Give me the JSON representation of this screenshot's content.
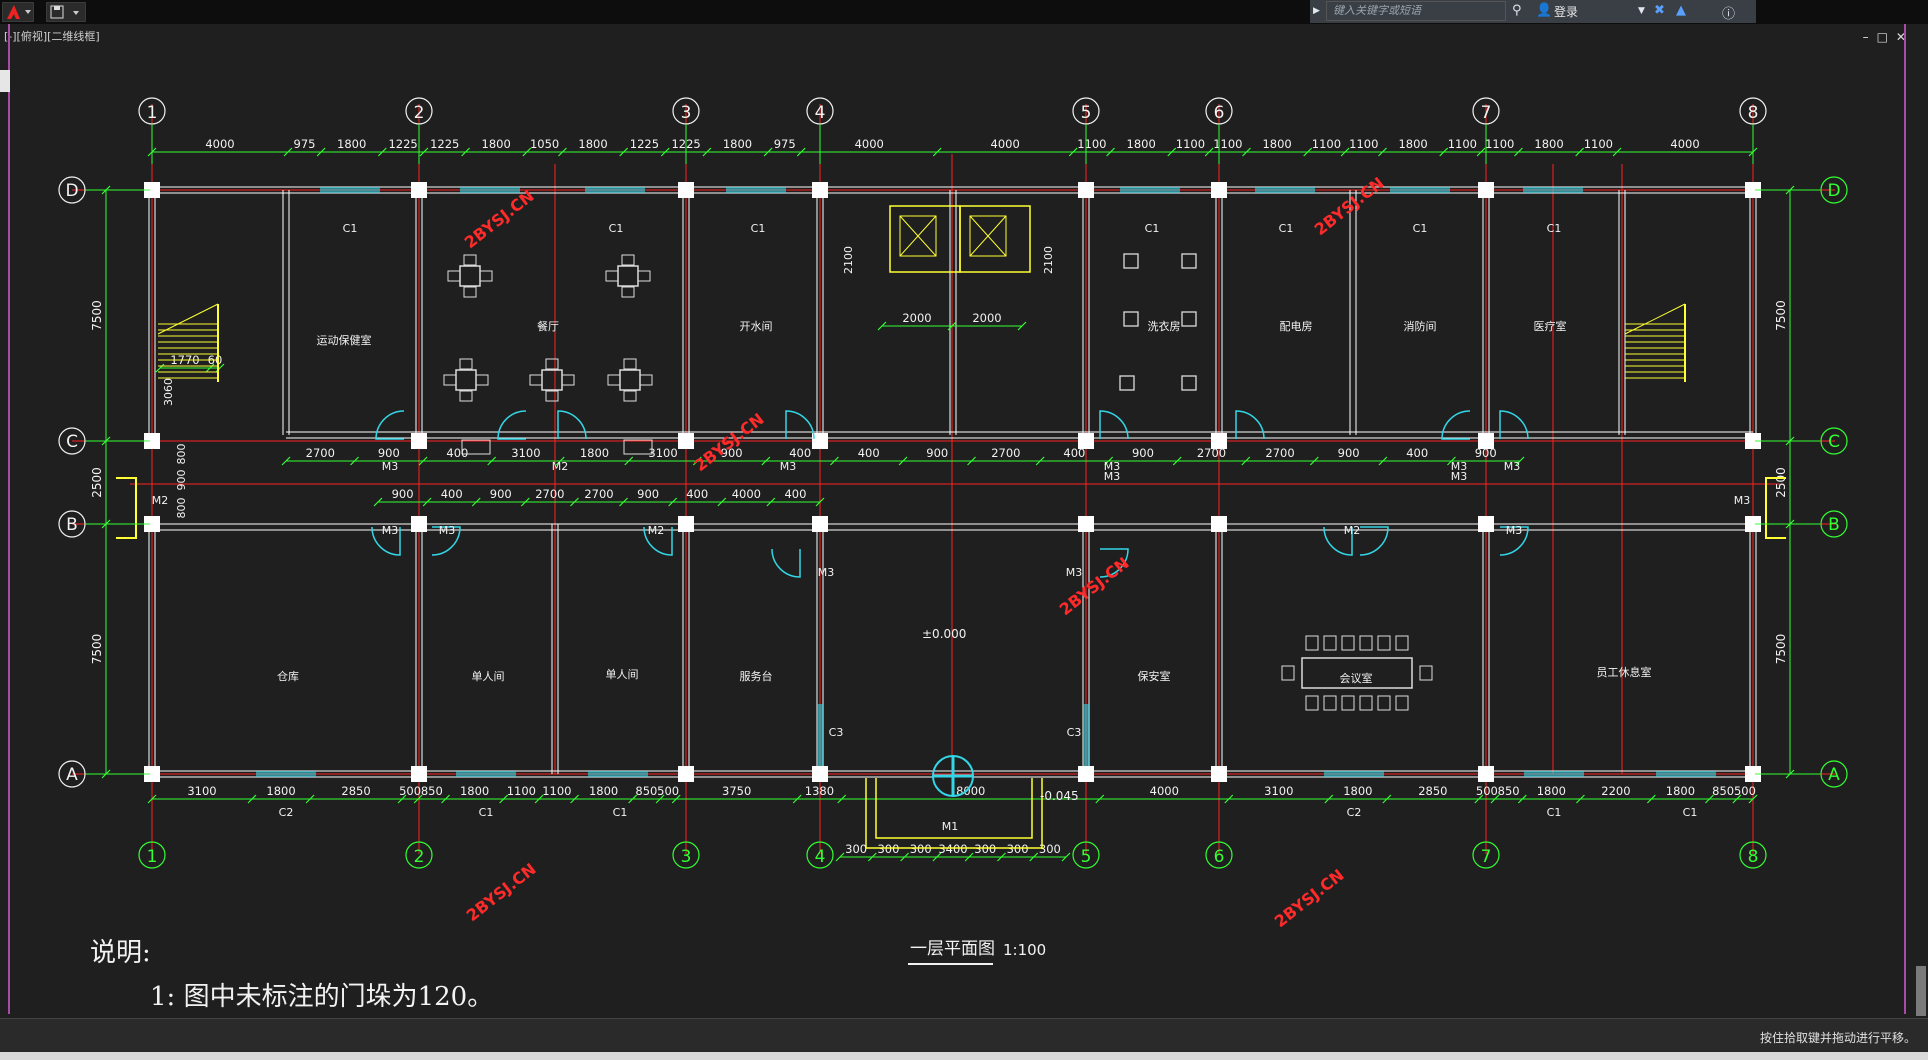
{
  "toolbar": {
    "search_placeholder": "键入关键字或短语",
    "login_label": "登录",
    "view_label": "[-][俯视][二维线框]"
  },
  "status": {
    "hint": "按住拾取键并拖动进行平移。"
  },
  "drawing": {
    "title": "一层平面图",
    "scale": "1:100",
    "notes_title": "说明:",
    "note_1": "1: 图中未标注的门垛为120。",
    "grid_numbers": [
      "1",
      "2",
      "3",
      "4",
      "5",
      "6",
      "7",
      "8"
    ],
    "grid_letters": [
      "D",
      "C",
      "B",
      "A"
    ],
    "watermark": "2BYSJ.CN",
    "level_label": "±0.000",
    "step_label": "-0.045",
    "top_dims": [
      "4000",
      "975",
      "1800",
      "1225",
      "1225",
      "1800",
      "1050",
      "1800",
      "1225",
      "1225",
      "1800",
      "975",
      "4000",
      "4000",
      "1100",
      "1800",
      "1100",
      "1100",
      "1800",
      "1100",
      "1100",
      "1800",
      "1100",
      "1100",
      "1800",
      "1100",
      "4000"
    ],
    "bottom_dims": [
      "3100",
      "1800",
      "2850",
      "500",
      "850",
      "1800",
      "1100",
      "1100",
      "1800",
      "850",
      "500",
      "3750",
      "1380",
      "8000",
      "4000",
      "3100",
      "1800",
      "2850",
      "500",
      "850",
      "1800",
      "2200",
      "1800",
      "850",
      "500"
    ],
    "entry_dims": [
      "300",
      "300",
      "300",
      "3400",
      "300",
      "300",
      "300"
    ],
    "side_dims": {
      "left": [
        "7500",
        "2500",
        "7500"
      ],
      "right": [
        "7500",
        "2500",
        "7500"
      ]
    },
    "corridor_dims_top": [
      "2700",
      "900",
      "400",
      "3100",
      "1800",
      "3100",
      "900",
      "400",
      "400",
      "900",
      "2700",
      "400",
      "900",
      "2700",
      "2700",
      "900",
      "400",
      "900"
    ],
    "corridor_dims_bottom": [
      "900",
      "400",
      "900",
      "2700",
      "2700",
      "900",
      "400",
      "4000",
      "400"
    ],
    "lift_dims": [
      "2100",
      "2100",
      "2000",
      "2000"
    ],
    "stair_dims": [
      "1770",
      "60",
      "3060",
      "800",
      "900",
      "800"
    ],
    "rooms": [
      "运动保健室",
      "餐厅",
      "开水间",
      "洗衣房",
      "配电房",
      "消防间",
      "医疗室",
      "仓库",
      "单人间",
      "单人间",
      "服务台",
      "保安室",
      "会议室",
      "员工休息室"
    ],
    "doors": [
      "M3",
      "M2",
      "M3",
      "M3",
      "M3",
      "M3",
      "M3",
      "M3",
      "M2",
      "M3",
      "M3",
      "M2",
      "M3",
      "M3",
      "M3",
      "M2",
      "M3",
      "M1"
    ],
    "windows": [
      "C1",
      "C1",
      "C1",
      "C1",
      "C1",
      "C1",
      "C1",
      "C2",
      "C1",
      "C1",
      "C2",
      "C1",
      "C1",
      "C3",
      "C3"
    ]
  },
  "colors": {
    "background": "#1f1f1f",
    "axis": "#ff2020",
    "dim": "#33ff33",
    "wall": "#ffffff",
    "door": "#33d6e6",
    "stair": "#ffff33",
    "watermark": "#ff2a2a"
  }
}
